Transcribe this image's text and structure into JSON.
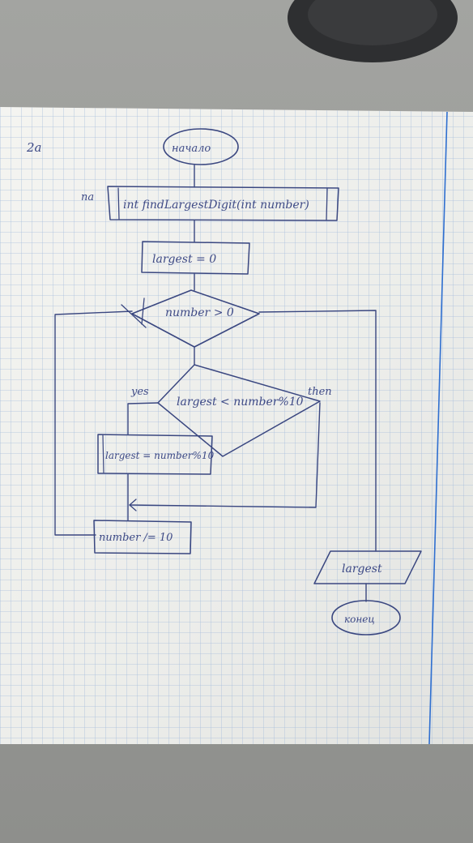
{
  "diagram": {
    "page_number": "2a",
    "start_label": "начало",
    "function_label": "int findLargestDigit(int number)",
    "function_prefix": "na",
    "init_label": "largest = 0",
    "loop_condition": "number > 0",
    "inner_condition": "largest < number%10",
    "yes_label": "yes",
    "no_label": "then",
    "assign_label": "largest = number%10",
    "update_label": "number /= 10",
    "output_label": "largest",
    "end_label": "конец"
  }
}
